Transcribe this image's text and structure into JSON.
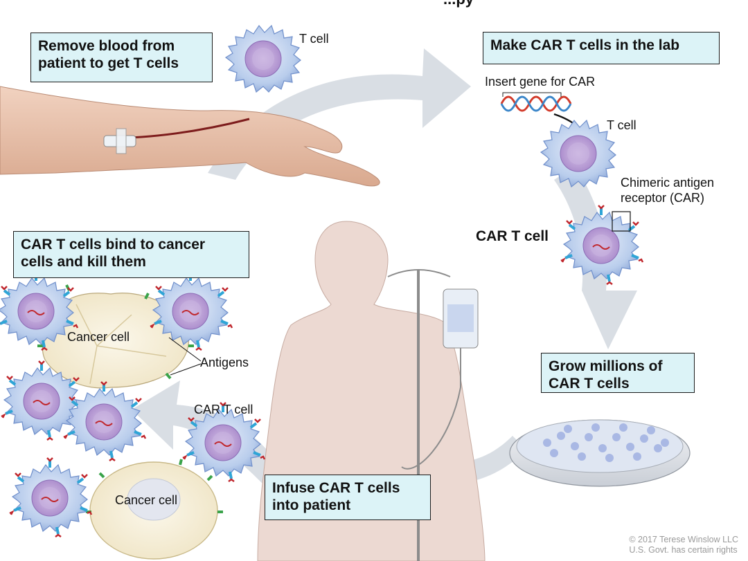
{
  "title_partial": "...py",
  "steps": {
    "remove_blood": [
      "Remove blood from",
      "patient to get T cells"
    ],
    "make_car": [
      "Make CAR T cells in the lab"
    ],
    "grow": [
      "Grow millions of",
      "CAR T cells"
    ],
    "infuse": [
      "Infuse CAR T cells",
      "into patient"
    ],
    "bind": [
      "CAR T cells bind to cancer",
      "cells and kill them"
    ]
  },
  "labels": {
    "t_cell_top": "T cell",
    "insert_gene": "Insert gene for CAR",
    "t_cell_lab": "T cell",
    "car_receptor": [
      "Chimeric antigen",
      "receptor (CAR)"
    ],
    "car_t_cell_bold": "CAR T cell",
    "cancer_cell_upper": "Cancer cell",
    "antigens": "Antigens",
    "car_t_cell_small": "CAR T cell",
    "cancer_cell_lower": "Cancer cell"
  },
  "credit": [
    "© 2017 Terese Winslow LLC",
    "U.S. Govt. has certain rights"
  ],
  "colors": {
    "box_fill": "#dcf3f7",
    "arrow": "#d4d9e0",
    "cell_body": "#b5cbe9",
    "nucleus": "#b69bd1",
    "receptor": "#c0272d",
    "antigen": "#3aa34a",
    "skin": "#e9c3ad",
    "silhouette": "#ecd9d2",
    "cancer_cell": "#f4eddb"
  }
}
